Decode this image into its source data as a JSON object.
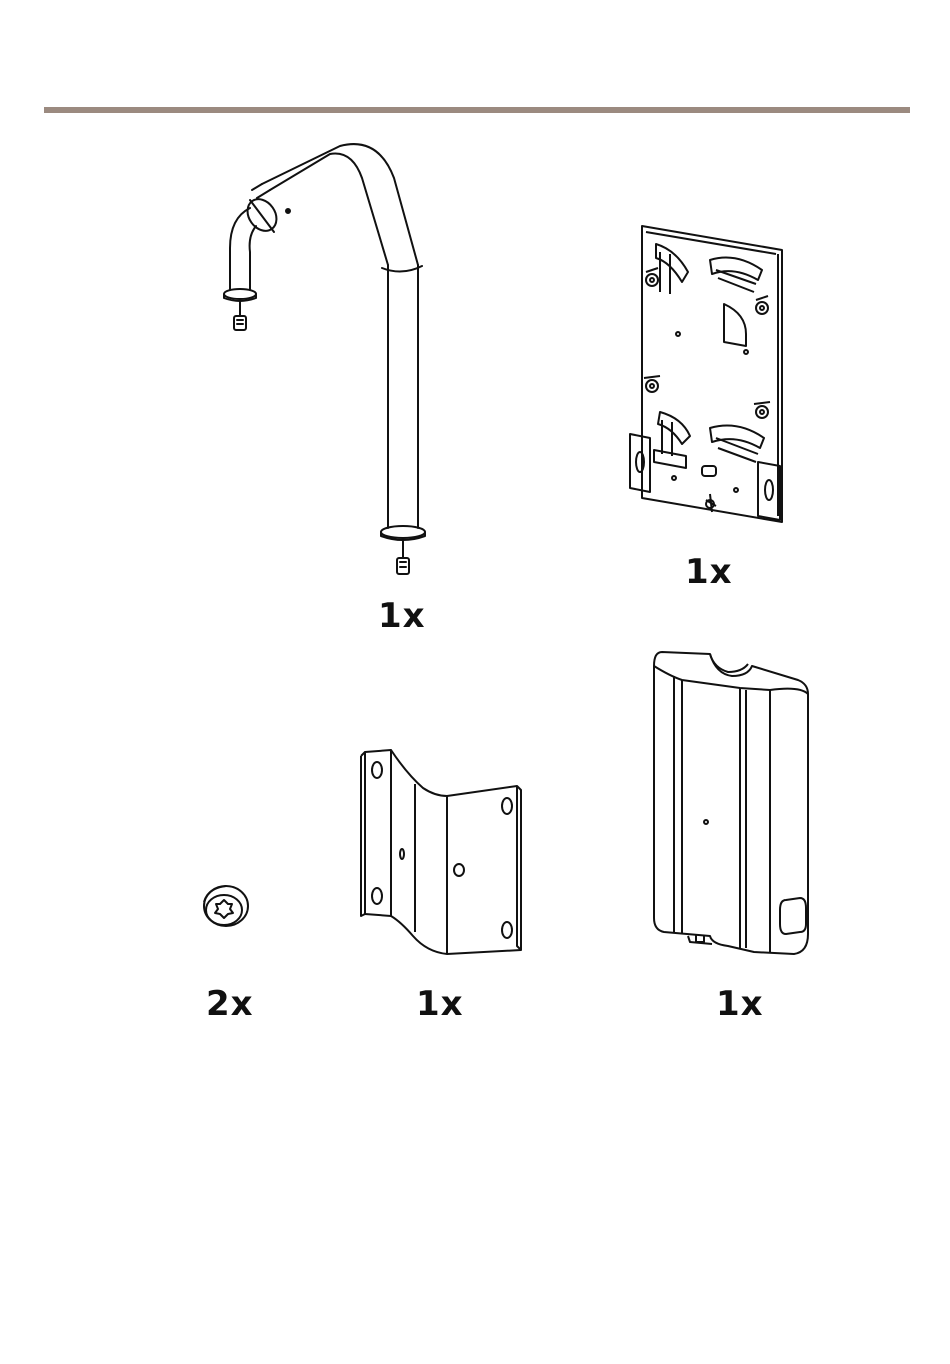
{
  "header": {
    "rule_color": "#9b8a80"
  },
  "parts": [
    {
      "name": "pole-arm",
      "icon": "pole-arm-icon",
      "quantity": "1x"
    },
    {
      "name": "mounting-plate",
      "icon": "mounting-plate-icon",
      "quantity": "1x"
    },
    {
      "name": "screw",
      "icon": "screw-icon",
      "quantity": "2x"
    },
    {
      "name": "corner-bracket",
      "icon": "corner-bracket-icon",
      "quantity": "1x"
    },
    {
      "name": "cover",
      "icon": "cover-icon",
      "quantity": "1x"
    }
  ]
}
